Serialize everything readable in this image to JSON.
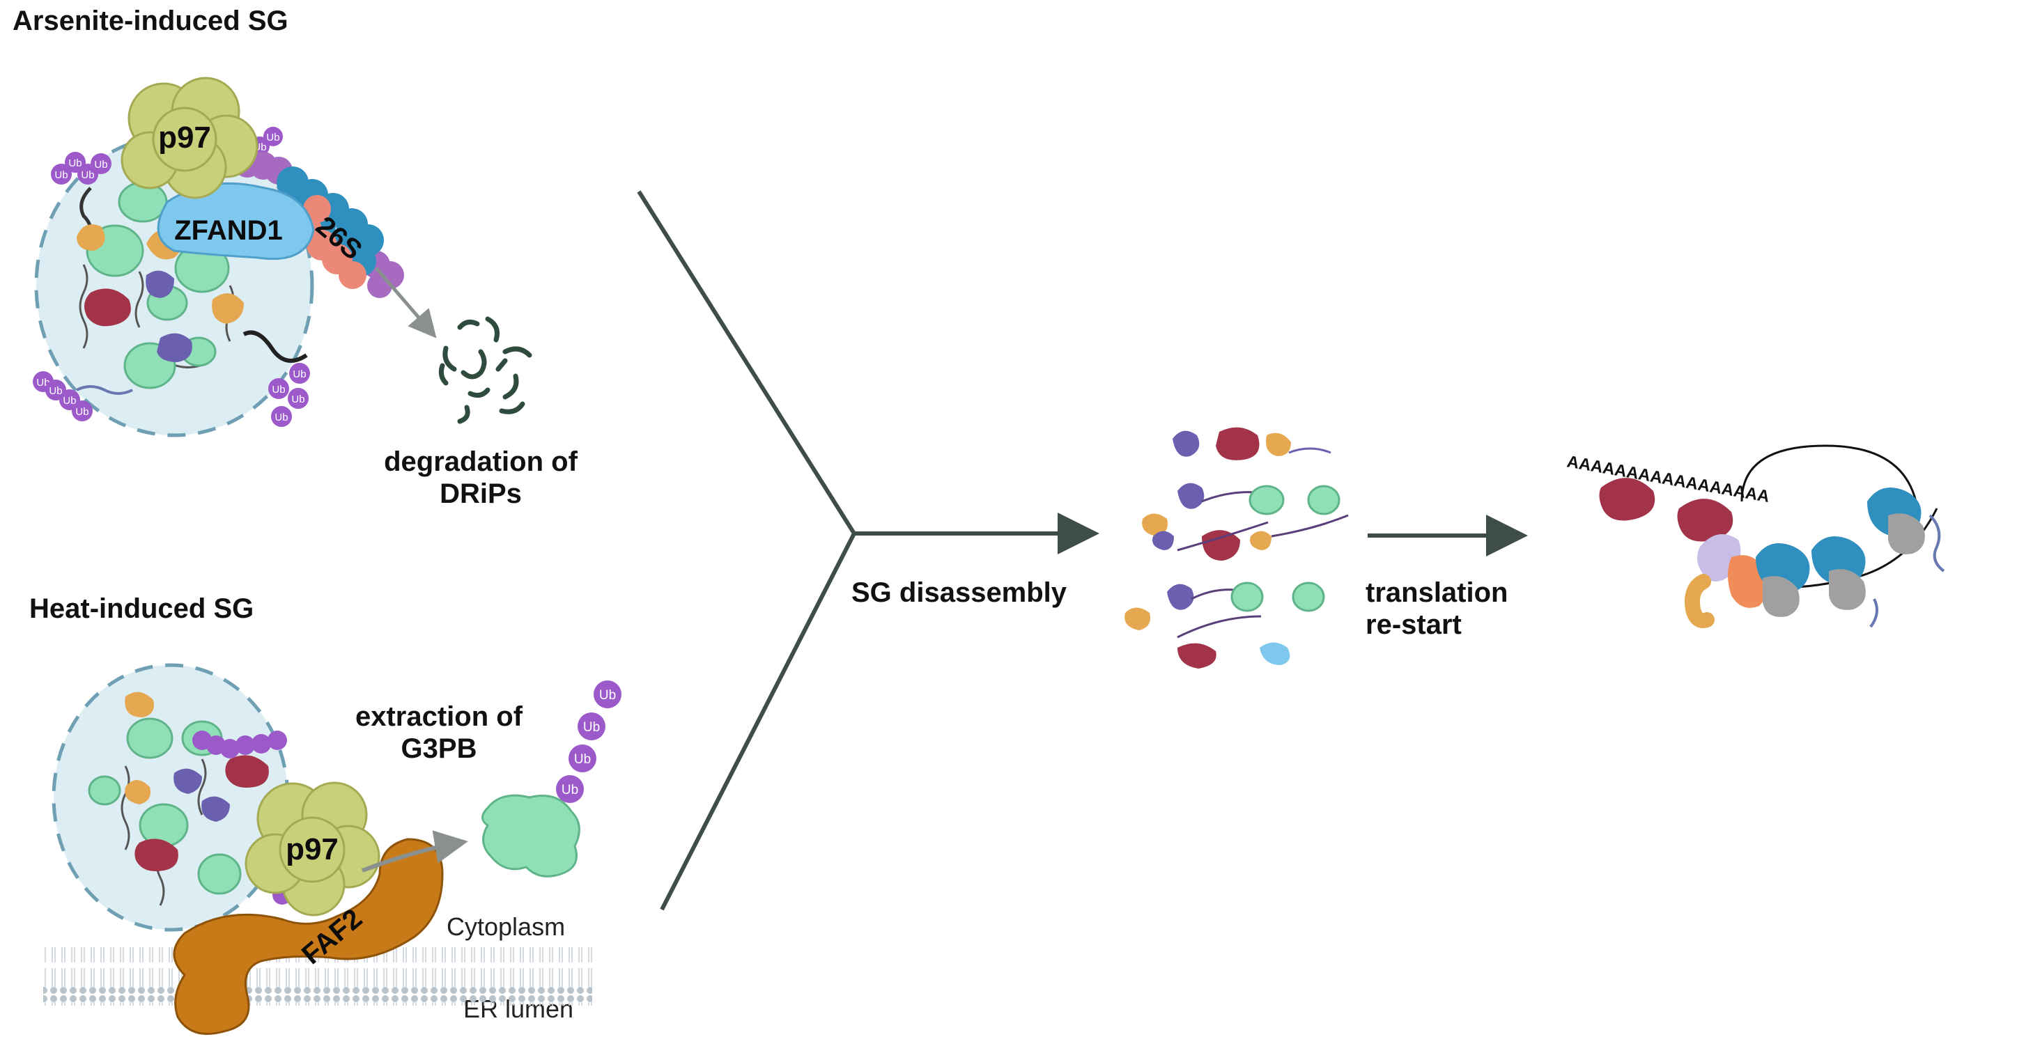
{
  "panels": {
    "arsenite": {
      "title": "Arsenite-induced SG",
      "proteins": [
        "p97",
        "ZFAND1",
        "26S"
      ],
      "outcome": "degradation of DRiPs"
    },
    "heat": {
      "title": "Heat-induced SG",
      "proteins": [
        "p97",
        "FAF2"
      ],
      "outcome": "extraction of G3PB",
      "compartments": [
        "Cytoplasm",
        "ER lumen"
      ]
    }
  },
  "ubiquitin_label": "Ub",
  "steps": {
    "disassembly": "SG disassembly",
    "translation": "translation re-start"
  },
  "polyA_tail": "AAAAAAAAAAAAAAAAA",
  "colors": {
    "p97": "#c9d07a",
    "zfand1": "#7ec8ee",
    "proteasome_magenta": "#a66bc0",
    "proteasome_blue": "#2f8fbf",
    "proteasome_salmon": "#ec8878",
    "ubiquitin": "#9b59c9",
    "granule": "#dcedf3",
    "g3bp": "#8fe0b6",
    "crimson": "#a23348",
    "purple": "#6b5fb0",
    "gold": "#e5a850",
    "faf2": "#c97a18",
    "arrow": "#3f4d47",
    "membrane": "#b8c3cb"
  }
}
